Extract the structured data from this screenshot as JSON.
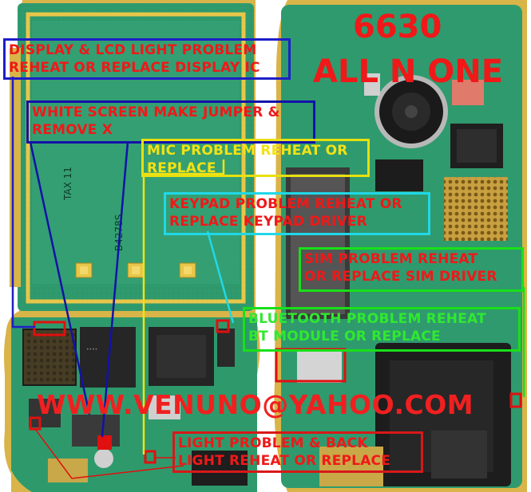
{
  "title": {
    "model": "6630",
    "subtitle": "ALL N ONE"
  },
  "website": "WWW.VENUNO@YAHOO.COM",
  "board_markings": {
    "pcb_code": "B4278S",
    "side_text": "TAX 11"
  },
  "labels": {
    "display": {
      "line1": "DISPLAY & LCD LIGHT PROBLEM",
      "line2": "REHEAT OR REPLACE DISPLAY IC",
      "box_color": "#1e1ec8",
      "text_color": "#f01818"
    },
    "white_screen": {
      "line1": "WHITE SCREEN MAKE JUMPER &",
      "line2": "REMOVE X",
      "box_color": "#1212a8",
      "text_color": "#f01818"
    },
    "mic": {
      "line1": "MIC PROBLEM REHEAT OR",
      "line2": "REPLACE",
      "box_color": "#e8e010",
      "text_color": "#f2e214"
    },
    "keypad": {
      "line1": "KEYPAD PROBLEM REHEAT OR",
      "line2": "REPLACE KEYPAD DRIVER",
      "box_color": "#20d8e8",
      "text_color": "#f01818"
    },
    "sim": {
      "line1": "SIM PROBLEM REHEAT",
      "line2": "OR REPLACE SIM DRIVER",
      "box_color": "#18e018",
      "text_color": "#f01818"
    },
    "bluetooth": {
      "line1": "BLUETOOTH PROBLEM REHEAT",
      "line2": "BT MODULE OR REPLACE",
      "box_color": "#18e018",
      "text_color": "#30e830"
    },
    "light": {
      "line1": "LIGHT PROBLEM & BACK",
      "line2": "LIGHT REHEAT OR REPLACE",
      "box_color": "#d81818",
      "text_color": "#f01818"
    }
  },
  "colors": {
    "pcb_green": "#2f9a6e",
    "gold_pad": "#d8b040",
    "chip_black": "#1c1c1c",
    "title_red": "#f01818"
  }
}
